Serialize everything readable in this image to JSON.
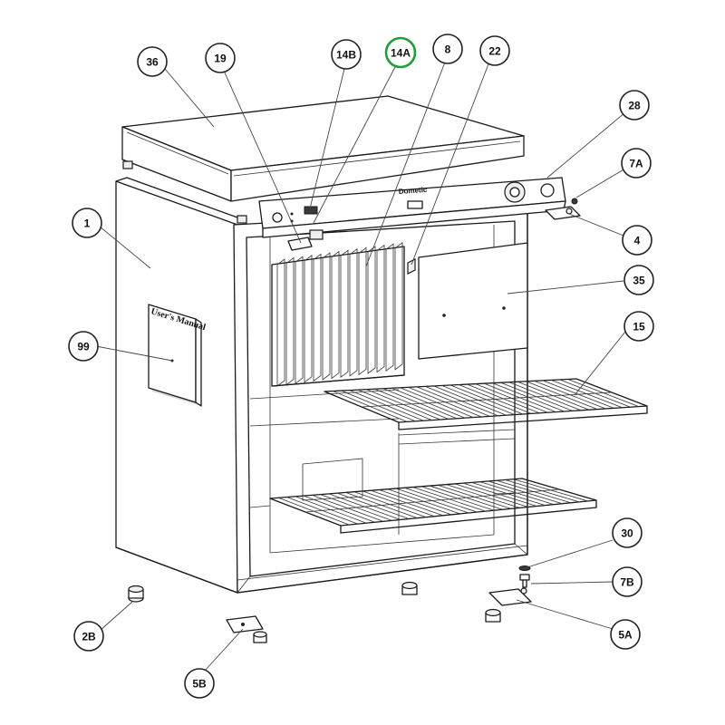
{
  "diagram": {
    "brand_label": "Dometic",
    "manual_label": "User's Manual",
    "highlight_color": "#1f9d3a",
    "callouts": [
      {
        "id": "36",
        "label": "36",
        "highlighted": false
      },
      {
        "id": "19",
        "label": "19",
        "highlighted": false
      },
      {
        "id": "14B",
        "label": "14B",
        "highlighted": false
      },
      {
        "id": "14A",
        "label": "14A",
        "highlighted": true
      },
      {
        "id": "8",
        "label": "8",
        "highlighted": false
      },
      {
        "id": "22",
        "label": "22",
        "highlighted": false
      },
      {
        "id": "28",
        "label": "28",
        "highlighted": false
      },
      {
        "id": "7A",
        "label": "7A",
        "highlighted": false
      },
      {
        "id": "4",
        "label": "4",
        "highlighted": false
      },
      {
        "id": "1",
        "label": "1",
        "highlighted": false
      },
      {
        "id": "35",
        "label": "35",
        "highlighted": false
      },
      {
        "id": "99",
        "label": "99",
        "highlighted": false
      },
      {
        "id": "15",
        "label": "15",
        "highlighted": false
      },
      {
        "id": "30",
        "label": "30",
        "highlighted": false
      },
      {
        "id": "7B",
        "label": "7B",
        "highlighted": false
      },
      {
        "id": "2B",
        "label": "2B",
        "highlighted": false
      },
      {
        "id": "5A",
        "label": "5A",
        "highlighted": false
      },
      {
        "id": "5B",
        "label": "5B",
        "highlighted": false
      }
    ]
  }
}
